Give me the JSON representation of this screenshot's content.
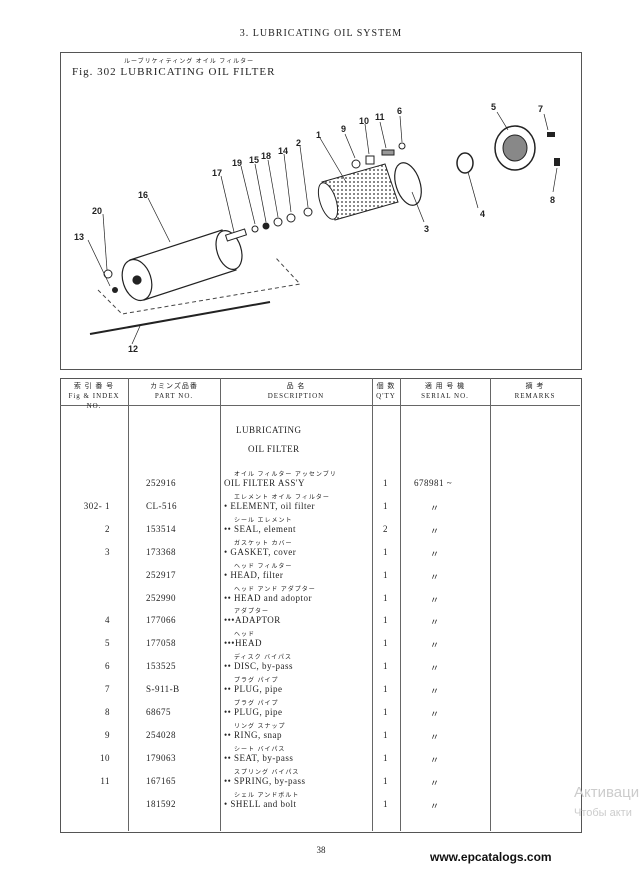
{
  "header": "3.  LUBRICATING OIL SYSTEM",
  "figure": {
    "kana": "ルーブリケィティング オイル フィルター",
    "title": "Fig. 302  LUBRICATING OIL FILTER",
    "callouts": [
      "1",
      "2",
      "3",
      "4",
      "5",
      "6",
      "7",
      "8",
      "9",
      "10",
      "11",
      "12",
      "13",
      "14",
      "15",
      "16",
      "17",
      "18",
      "19",
      "20"
    ]
  },
  "table": {
    "headers": {
      "index_jp": "索 引 番 号",
      "index_en": "Fig & INDEX NO.",
      "part_jp": "カミンズ品番",
      "part_en": "PART NO.",
      "desc_jp": "品          名",
      "desc_en": "DESCRIPTION",
      "qty_jp": "個 数",
      "qty_en": "Q'TY",
      "serial_jp": "適  用  号  機",
      "serial_en": "SERIAL NO.",
      "remarks_jp": "摘          考",
      "remarks_en": "REMARKS"
    },
    "group_title_1": "LUBRICATING",
    "group_title_2": "OIL FILTER",
    "rows": [
      {
        "index": "",
        "part": "252916",
        "kana": "オイル フィルター アッセンブリ",
        "desc": "OIL FILTER ASS'Y",
        "qty": "1",
        "serial": "678981 ~"
      },
      {
        "index": "302-  1",
        "part": "CL-516",
        "kana": "エレメント     オイル フィルター",
        "desc": "• ELEMENT, oil filter",
        "qty": "1",
        "serial": "〃"
      },
      {
        "index": "2",
        "part": "153514",
        "kana": "シール    エレメント",
        "desc": "•• SEAL, element",
        "qty": "2",
        "serial": "〃"
      },
      {
        "index": "3",
        "part": "173368",
        "kana": "ガスケット      カバー",
        "desc": "• GASKET, cover",
        "qty": "1",
        "serial": "〃"
      },
      {
        "index": "",
        "part": "252917",
        "kana": "ヘッド    フィルター",
        "desc": "• HEAD, filter",
        "qty": "1",
        "serial": "〃"
      },
      {
        "index": "",
        "part": "252990",
        "kana": "ヘッド アンド アダプター",
        "desc": "•• HEAD and adoptor",
        "qty": "1",
        "serial": "〃"
      },
      {
        "index": "4",
        "part": "177066",
        "kana": "アダプター",
        "desc": "•••ADAPTOR",
        "qty": "1",
        "serial": "〃"
      },
      {
        "index": "5",
        "part": "177058",
        "kana": "ヘッド",
        "desc": "•••HEAD",
        "qty": "1",
        "serial": "〃"
      },
      {
        "index": "6",
        "part": "153525",
        "kana": "ディスク   バイパス",
        "desc": "•• DISC, by-pass",
        "qty": "1",
        "serial": "〃"
      },
      {
        "index": "7",
        "part": "S-911-B",
        "kana": "プラグ     パイプ",
        "desc": "•• PLUG, pipe",
        "qty": "1",
        "serial": "〃"
      },
      {
        "index": "8",
        "part": "68675",
        "kana": "プラグ     パイプ",
        "desc": "•• PLUG, pipe",
        "qty": "1",
        "serial": "〃"
      },
      {
        "index": "9",
        "part": "254028",
        "kana": "リング    スナップ",
        "desc": "•• RING, snap",
        "qty": "1",
        "serial": "〃"
      },
      {
        "index": "10",
        "part": "179063",
        "kana": "シート    バイパス",
        "desc": "•• SEAT, by-pass",
        "qty": "1",
        "serial": "〃"
      },
      {
        "index": "11",
        "part": "167165",
        "kana": "スプリング    バイパス",
        "desc": "•• SPRING, by-pass",
        "qty": "1",
        "serial": "〃"
      },
      {
        "index": "",
        "part": "181592",
        "kana": "シェル   アンドボルト",
        "desc": "• SHELL and bolt",
        "qty": "1",
        "serial": "〃"
      }
    ]
  },
  "page_number": "38",
  "footer": "www.epcatalogs.com",
  "watermark_1": "Активаци",
  "watermark_2": "Чтобы акти"
}
